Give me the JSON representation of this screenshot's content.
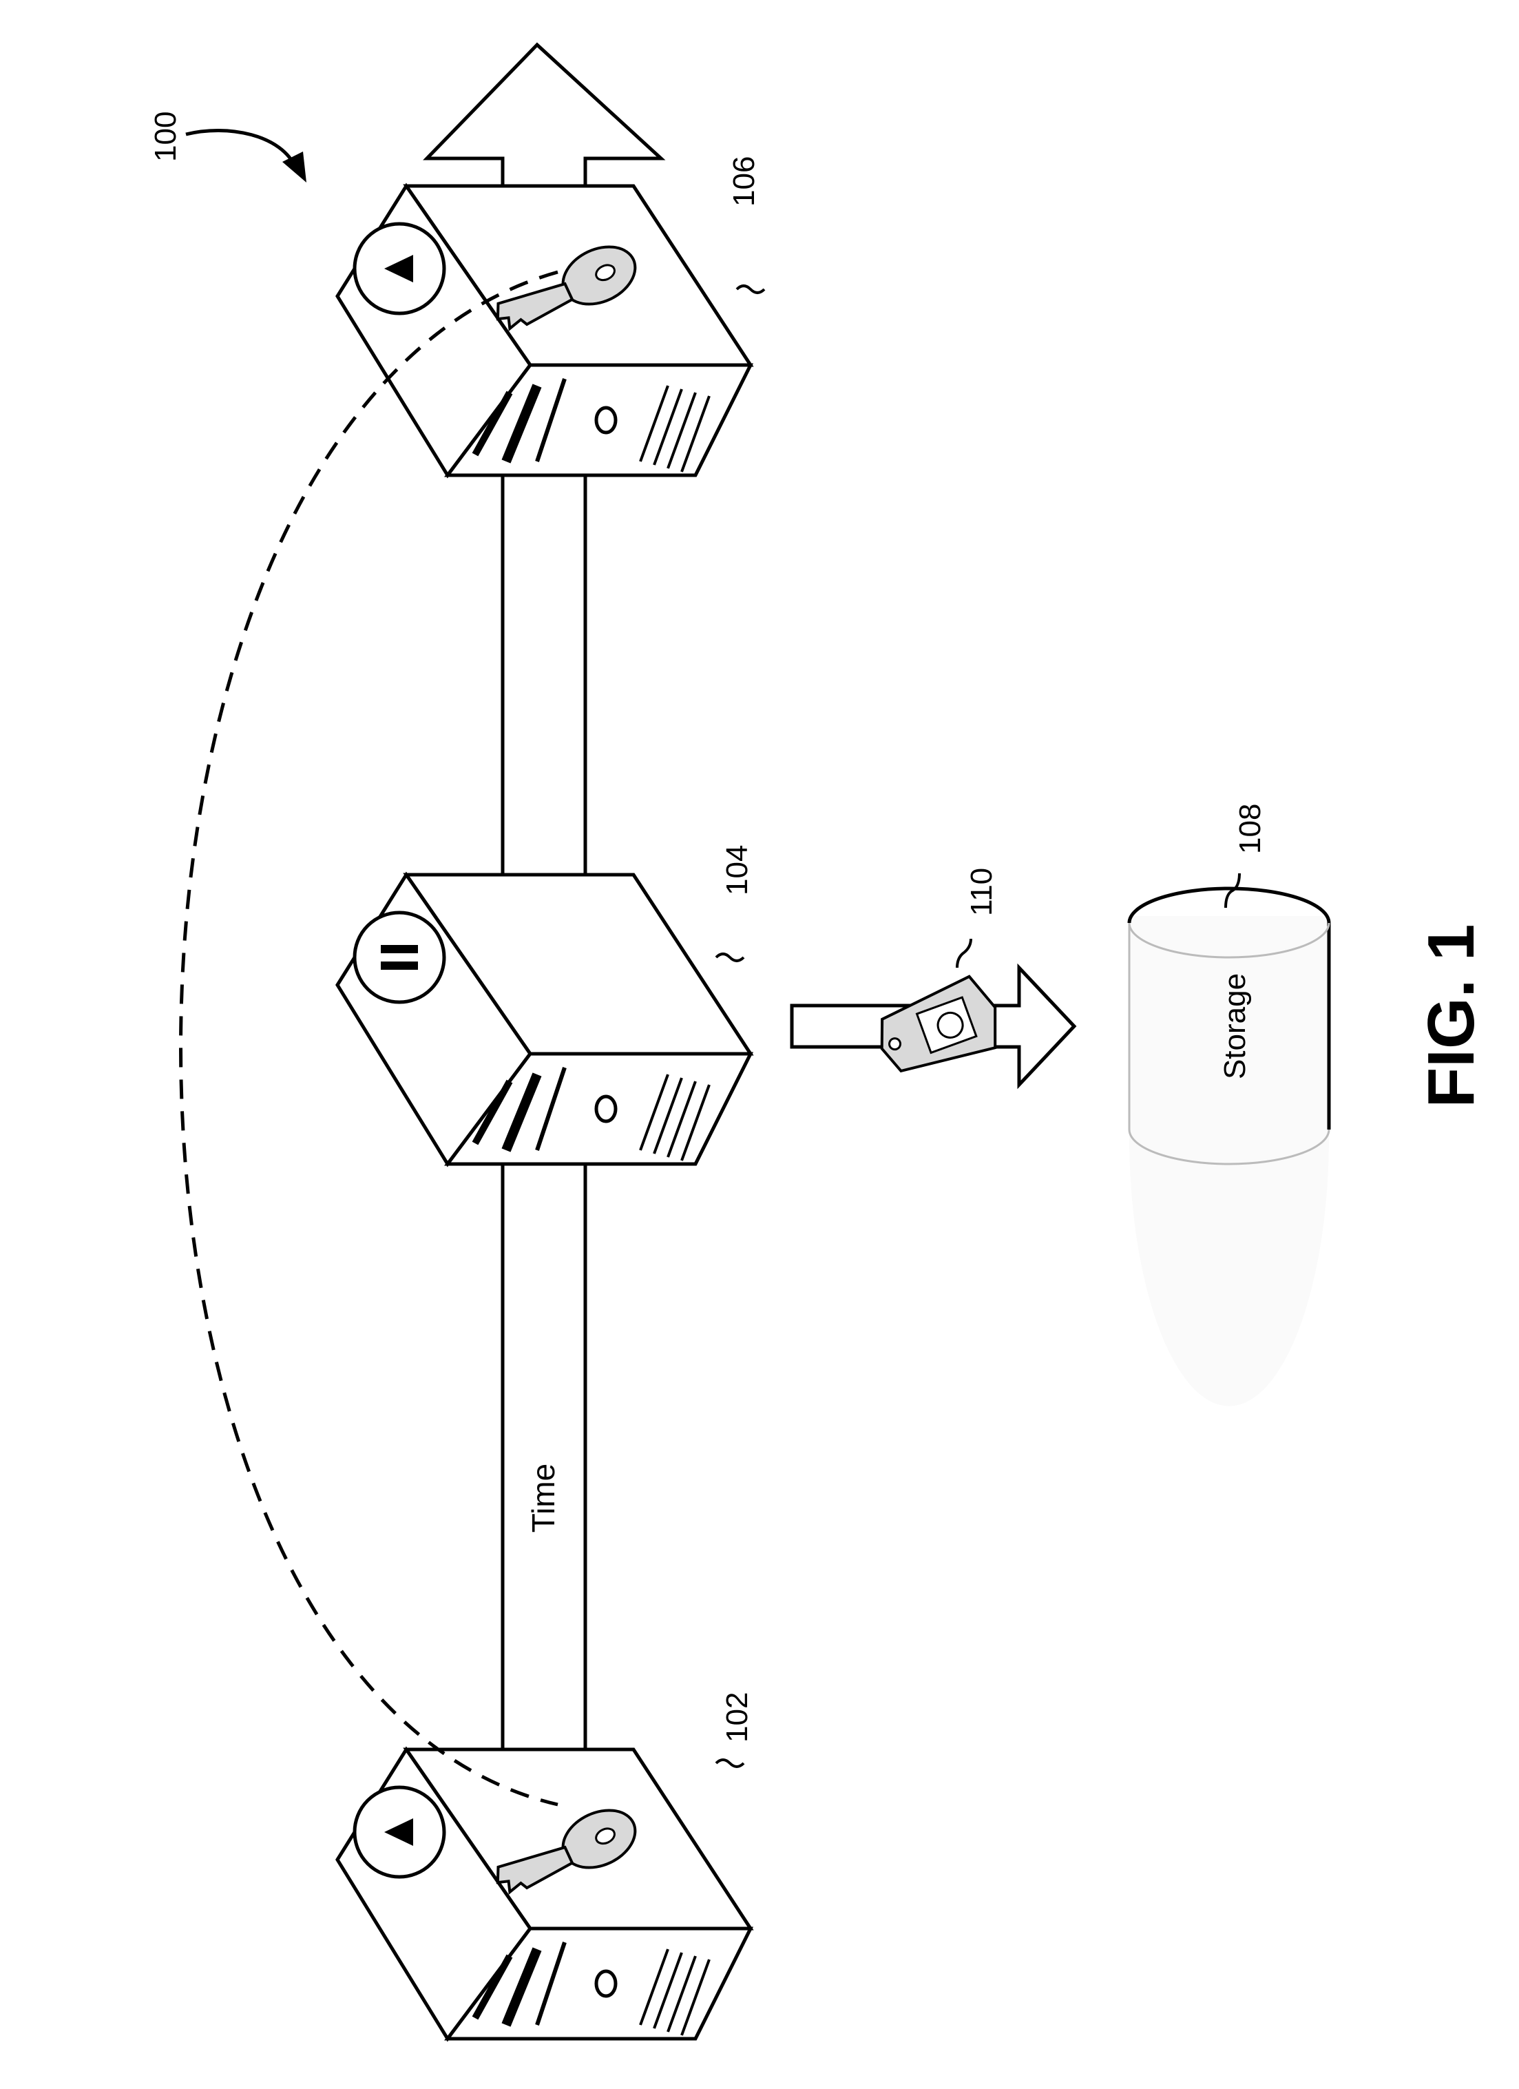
{
  "figure": {
    "title": "FIG. 1",
    "system_ref": "100"
  },
  "timeline": {
    "label": "Time"
  },
  "servers": [
    {
      "ref": "102",
      "state": "play-icon",
      "has_key": true
    },
    {
      "ref": "104",
      "state": "pause-icon",
      "has_key": false
    },
    {
      "ref": "106",
      "state": "play-icon",
      "has_key": true
    }
  ],
  "snapshot": {
    "ref": "110"
  },
  "storage": {
    "label": "Storage",
    "ref": "108"
  },
  "colors": {
    "line": "#000000",
    "key_fill": "#d9d9d9",
    "storage_fill": "#fafafa"
  }
}
